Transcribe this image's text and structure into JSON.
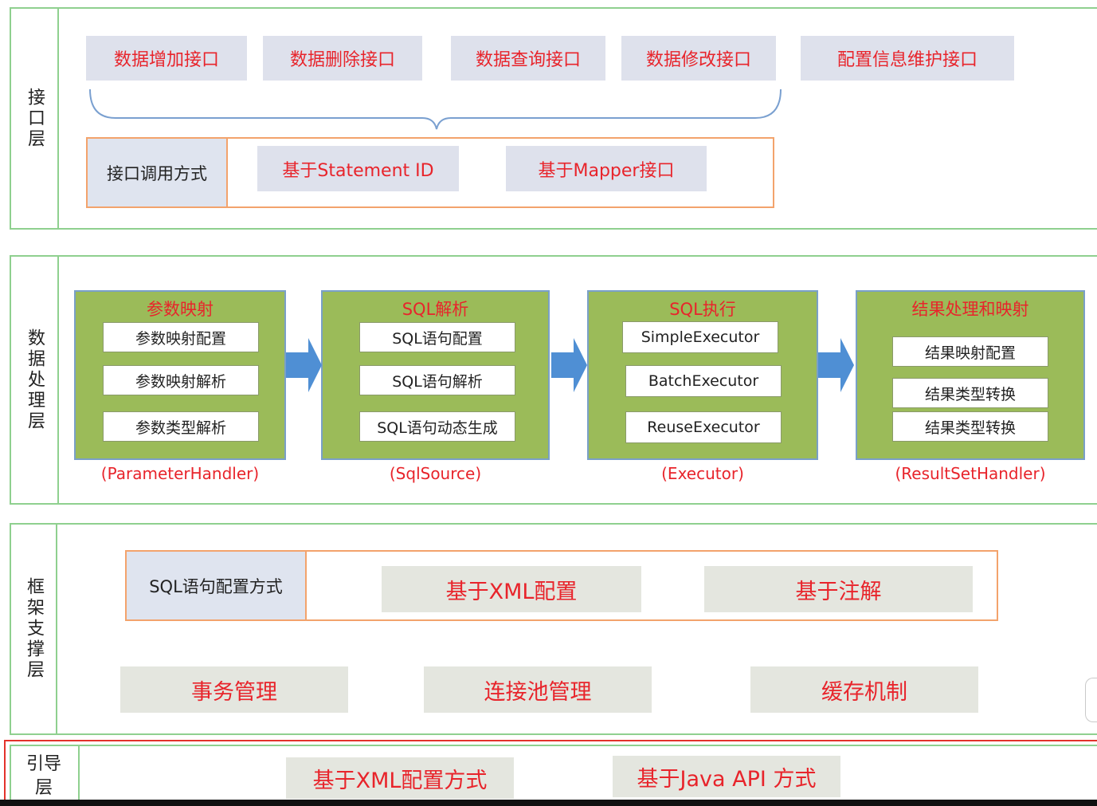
{
  "interface_layer": {
    "label": "接口层",
    "apis": [
      "数据增加接口",
      "数据删除接口",
      "数据查询接口",
      "数据修改接口",
      "配置信息维护接口"
    ],
    "call_label": "接口调用方式",
    "call_methods": [
      "基于Statement ID",
      "基于Mapper接口"
    ]
  },
  "data_layer": {
    "label": "数据处理层",
    "modules": [
      {
        "title": "参数映射",
        "items": [
          "参数映射配置",
          "参数映射解析",
          "参数类型解析"
        ],
        "caption": "(ParameterHandler)"
      },
      {
        "title": "SQL解析",
        "items": [
          "SQL语句配置",
          "SQL语句解析",
          "SQL语句动态生成"
        ],
        "caption": "(SqlSource)"
      },
      {
        "title": "SQL执行",
        "items": [
          "SimpleExecutor",
          "BatchExecutor",
          "ReuseExecutor"
        ],
        "caption": "(Executor)"
      },
      {
        "title": "结果处理和映射",
        "items": [
          "结果映射配置",
          "结果类型转换",
          "结果类型转换"
        ],
        "caption": "(ResultSetHandler)"
      }
    ]
  },
  "framework_layer": {
    "label": "框架支撑层",
    "sql_config_label": "SQL语句配置方式",
    "sql_config_methods": [
      "基于XML配置",
      "基于注解"
    ],
    "features": [
      "事务管理",
      "连接池管理",
      "缓存机制"
    ]
  },
  "boot_layer": {
    "label": "引导层",
    "methods": [
      "基于XML配置方式",
      "基于Java API 方式"
    ]
  },
  "colors": {
    "layer_border": "#8fd08f",
    "red_text": "#e8242b",
    "module_green": "#9bbb59",
    "arrow_blue": "#4f8fd4",
    "orange_frame": "#f3a36c"
  }
}
